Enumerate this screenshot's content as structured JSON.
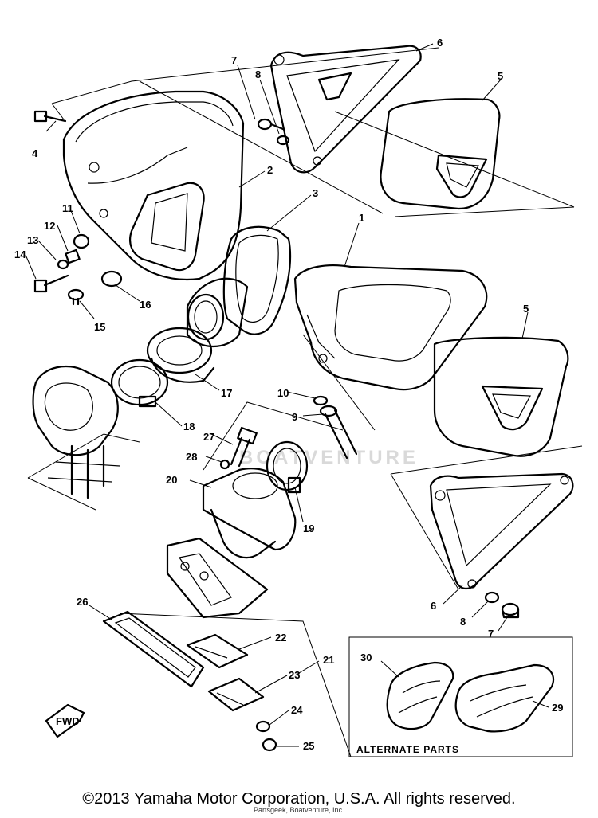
{
  "labels": {
    "1": "1",
    "2": "2",
    "3": "3",
    "4": "4",
    "5a": "5",
    "5b": "5",
    "6a": "6",
    "6b": "6",
    "7a": "7",
    "7b": "7",
    "8a": "8",
    "8b": "8",
    "9": "9",
    "10": "10",
    "11": "11",
    "12": "12",
    "13": "13",
    "14": "14",
    "15": "15",
    "16": "16",
    "17": "17",
    "18": "18",
    "19": "19",
    "20": "20",
    "21": "21",
    "22": "22",
    "23": "23",
    "24": "24",
    "25": "25",
    "26": "26",
    "27": "27",
    "28": "28",
    "29": "29",
    "30": "30"
  },
  "alternate_parts_label": "ALTERNATE PARTS",
  "fwd_label": "FWD",
  "watermark": "BOATVENTURE",
  "copyright": "©2013 Yamaha Motor Corporation, U.S.A. All rights reserved.",
  "credit_small": "Partsgeek, Boatventure, Inc."
}
